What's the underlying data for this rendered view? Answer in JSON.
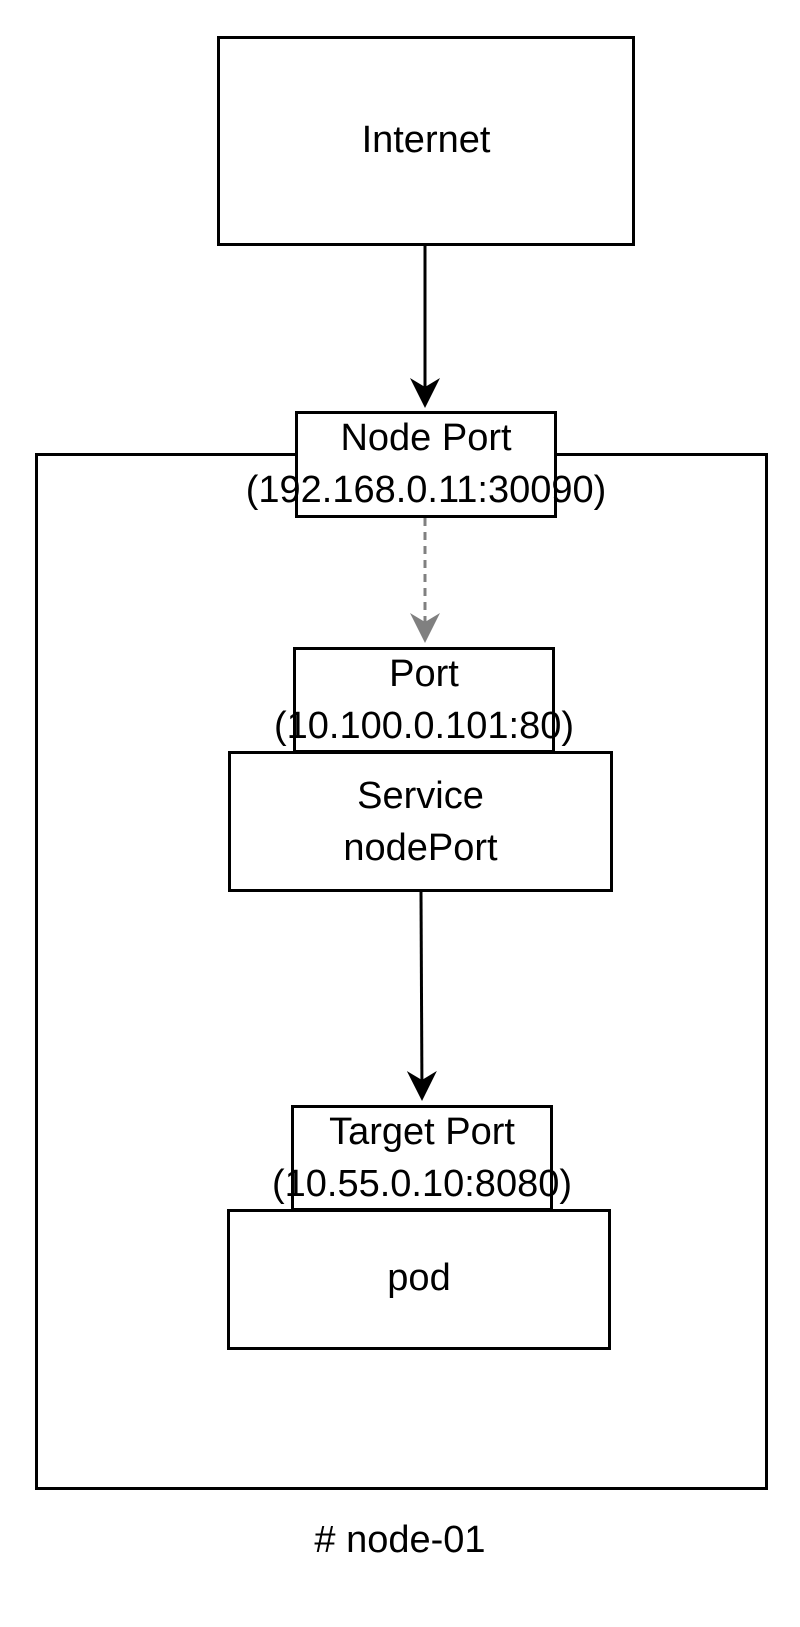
{
  "internet": {
    "label": "Internet"
  },
  "node_port": {
    "title": "Node Port",
    "address": "(192.168.0.11:30090)"
  },
  "service_port": {
    "title": "Port",
    "address": "(10.100.0.101:80)"
  },
  "service": {
    "line1": "Service",
    "line2": "nodePort"
  },
  "target_port": {
    "title": "Target Port",
    "address": "(10.55.0.10:8080)"
  },
  "pod": {
    "label": "pod"
  },
  "node": {
    "label": "# node-01"
  },
  "colors": {
    "stroke": "#000000",
    "dashed_arrow": "#808080",
    "background": "#ffffff"
  }
}
